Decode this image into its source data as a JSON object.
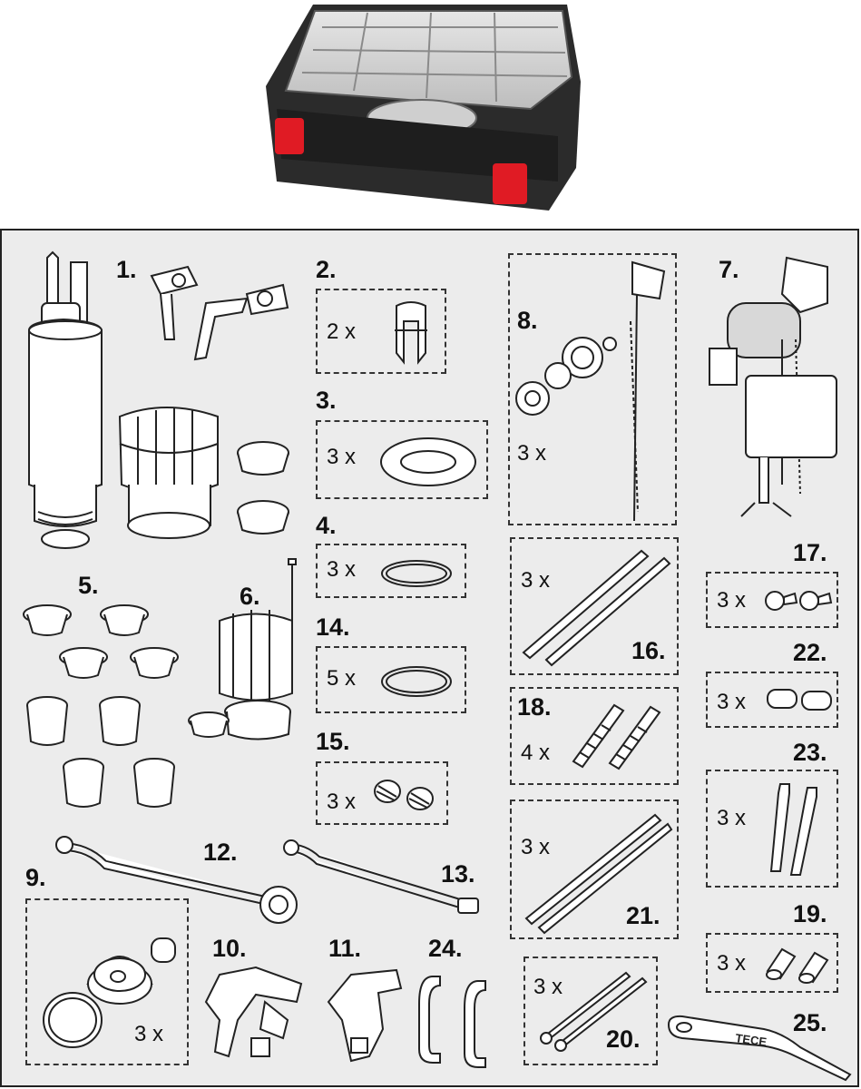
{
  "case": {
    "brand": "TECE"
  },
  "parts": [
    {
      "id": "1",
      "label": "1."
    },
    {
      "id": "2",
      "label": "2.",
      "qty": "2 x"
    },
    {
      "id": "3",
      "label": "3.",
      "qty": "3 x"
    },
    {
      "id": "4",
      "label": "4.",
      "qty": "3 x"
    },
    {
      "id": "5",
      "label": "5."
    },
    {
      "id": "6",
      "label": "6."
    },
    {
      "id": "7",
      "label": "7."
    },
    {
      "id": "8",
      "label": "8.",
      "qty": "3 x"
    },
    {
      "id": "9",
      "label": "9.",
      "qty": "3 x"
    },
    {
      "id": "10",
      "label": "10."
    },
    {
      "id": "11",
      "label": "11."
    },
    {
      "id": "12",
      "label": "12."
    },
    {
      "id": "13",
      "label": "13."
    },
    {
      "id": "14",
      "label": "14.",
      "qty": "5 x"
    },
    {
      "id": "15",
      "label": "15.",
      "qty": "3 x"
    },
    {
      "id": "16",
      "label": "16.",
      "qty": "3 x"
    },
    {
      "id": "17",
      "label": "17.",
      "qty": "3 x"
    },
    {
      "id": "18",
      "label": "18.",
      "qty": "4 x"
    },
    {
      "id": "19",
      "label": "19.",
      "qty": "3 x"
    },
    {
      "id": "20",
      "label": "20.",
      "qty": "3 x"
    },
    {
      "id": "21",
      "label": "21.",
      "qty": "3 x"
    },
    {
      "id": "22",
      "label": "22.",
      "qty": "3 x"
    },
    {
      "id": "23",
      "label": "23.",
      "qty": "3 x"
    },
    {
      "id": "24",
      "label": "24."
    },
    {
      "id": "25",
      "label": "25."
    }
  ],
  "colors": {
    "case_body": "#2b2b2b",
    "case_latch": "#e01b24",
    "panel_bg": "#ececec",
    "line": "#222222"
  }
}
